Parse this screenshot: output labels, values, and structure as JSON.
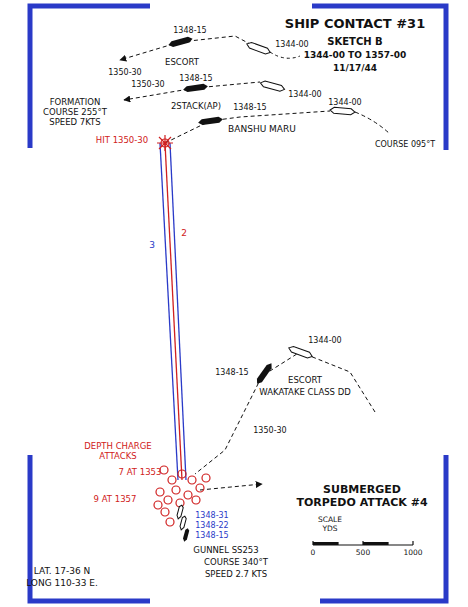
{
  "diagram": {
    "title": "SHIP CONTACT #31",
    "labels": [
      "SKETCH B",
      "1344-00 TO 1357-00",
      "11/17/44",
      "1348-15",
      "ESCORT",
      "1350-30",
      "1344-00",
      "FORMATION COURSE 255°T SPEED 7KTS",
      "1348-15",
      "2STACK(AP)",
      "1350-30",
      "1344-00",
      "HIT 1350-30",
      "1348-15",
      "BANSHU MARU",
      "1344-00",
      "COURSE 095°T",
      "3",
      "2",
      "1344-00",
      "1348-15",
      "ESCORT",
      "WAKATAKE CLASS DD",
      "1350-30",
      "DEPTH CHARGE ATTACKS",
      "7 AT 1353",
      "9 AT 1357",
      "SUBMERGED TORPEDO ATTACK #4",
      "SCALE YDS",
      "0",
      "500",
      "1000",
      "1348-31",
      "1348-22",
      "1348-15",
      "LAT. 17-36 N",
      "LONG 110-33 E.",
      "GUNNEL SS253",
      "COURSE 340°T",
      "SPEED 2.7 KTS"
    ]
  }
}
